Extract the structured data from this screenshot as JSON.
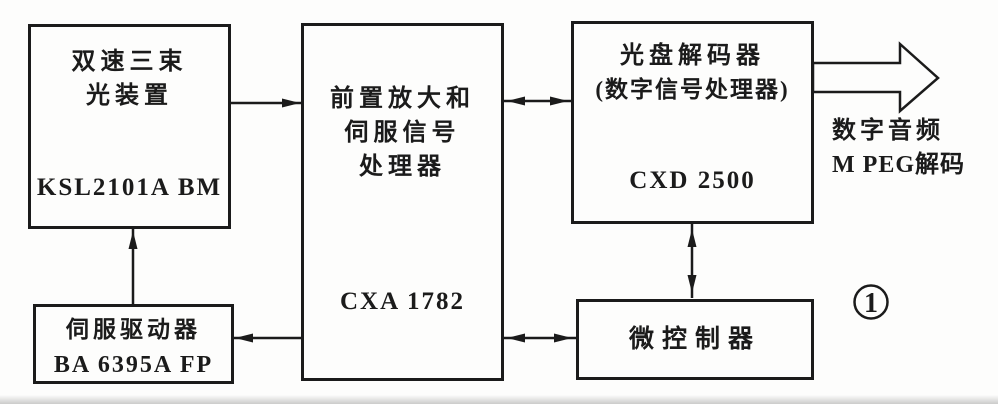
{
  "diagram": {
    "blocks": {
      "pickup": {
        "line1": "双速三束",
        "line2": "光装置",
        "part": "KSL2101A BM"
      },
      "preamp_servo": {
        "line1": "前置放大和",
        "line2": "伺服信号",
        "line3": "处理器",
        "part": "CXA 1782"
      },
      "disc_decoder": {
        "line1": "光盘解码器",
        "line2": "(数字信号处理器)",
        "part": "CXD 2500"
      },
      "servo_driver": {
        "line1": "伺服驱动器",
        "part": "BA 6395A FP"
      },
      "microcontroller": {
        "line1": "微控制器"
      }
    },
    "output": {
      "line1": "数字音频",
      "line2": "M PEG解码"
    },
    "figure_marker": "1",
    "connections": [
      {
        "from": "pickup",
        "to": "preamp_servo",
        "type": "arrow-right"
      },
      {
        "from": "preamp_servo",
        "to": "disc_decoder",
        "type": "arrow-both"
      },
      {
        "from": "disc_decoder",
        "to": "digital-audio-output",
        "type": "hollow-arrow-right"
      },
      {
        "from": "disc_decoder",
        "to": "microcontroller",
        "type": "arrow-both"
      },
      {
        "from": "preamp_servo",
        "to": "microcontroller",
        "type": "arrow-both"
      },
      {
        "from": "preamp_servo",
        "to": "servo_driver",
        "type": "arrow-left"
      },
      {
        "from": "servo_driver",
        "to": "pickup",
        "type": "arrow-up"
      }
    ]
  },
  "colors": {
    "ink": "#1b1b1b",
    "paper": "#fdfdfc"
  }
}
